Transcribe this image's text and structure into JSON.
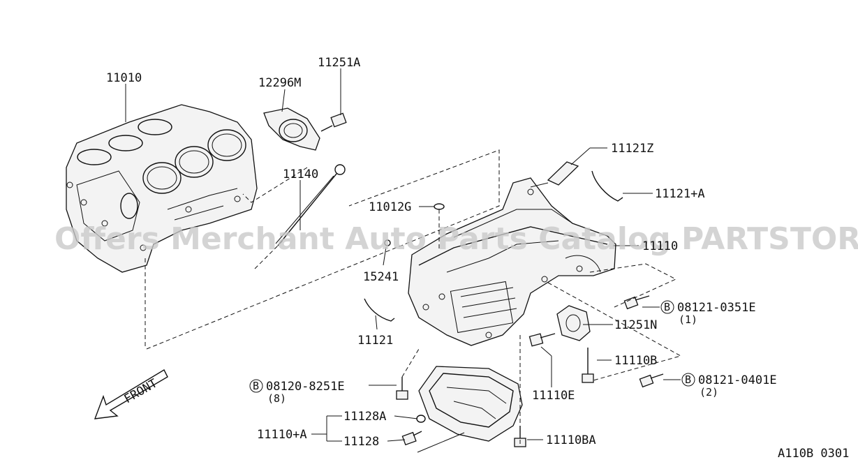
{
  "watermark": "Offers Merchant Auto Parts Catalog PARTSTORE.SA",
  "front_label": "FRONT",
  "diagram_code": "A110B 0301",
  "parts": {
    "p11010": "11010",
    "p12296m": "12296M",
    "p11251a": "11251A",
    "p11140": "11140",
    "p11012g": "11012G",
    "p11121z": "11121Z",
    "p11121a": "11121+A",
    "p11110": "11110",
    "p15241": "15241",
    "p11121": "11121",
    "p08121_0351e": "08121-0351E",
    "p08121_0351e_qty": "(1)",
    "p11251n": "11251N",
    "p11110b": "11110B",
    "p08121_0401e": "08121-0401E",
    "p08121_0401e_qty": "(2)",
    "p08120_8251e": "08120-8251E",
    "p08120_8251e_qty": "(8)",
    "p11110e": "11110E",
    "p11128a": "11128A",
    "p11110a": "11110+A",
    "p11128": "11128",
    "p11110ba": "11110BA"
  },
  "bolt_symbol": "B"
}
